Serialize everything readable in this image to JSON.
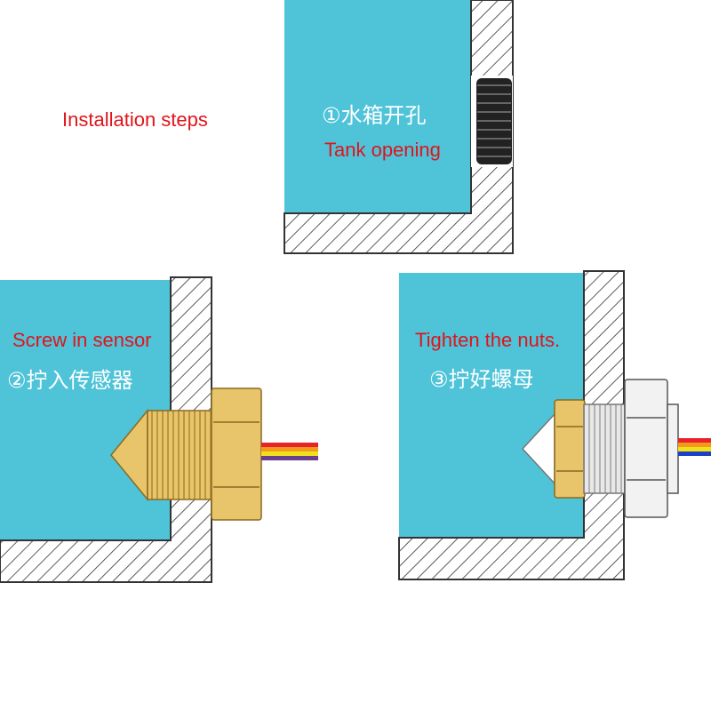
{
  "title": "Installation steps",
  "steps": [
    {
      "title_cn": "①水箱开孔",
      "title_en": "Tank opening"
    },
    {
      "title_cn": "②拧入传感器",
      "title_en": "Screw in sensor"
    },
    {
      "title_cn": "③拧好螺母",
      "title_en": "Tighten the nuts."
    }
  ],
  "colors": {
    "water": "#4fc3d8",
    "label_red": "#e0141b",
    "brass": "#e8c46a",
    "wire_red": "#e8222a",
    "wire_orange": "#f39a1c",
    "wire_yellow": "#f1e11a",
    "wire_blue": "#1c3fc9",
    "wire_purple": "#6b3f8f"
  }
}
